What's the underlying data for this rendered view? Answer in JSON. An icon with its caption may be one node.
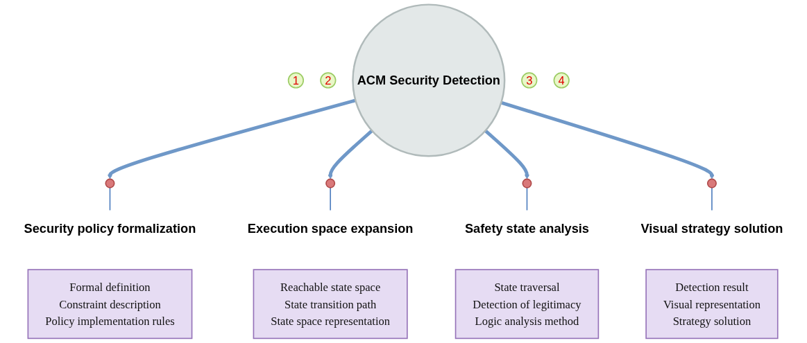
{
  "diagram": {
    "nodes": [
      {
        "text": [
          "1"
        ]
      },
      {
        "text": [
          "Security policy formalization"
        ]
      },
      {
        "text": [
          "2"
        ]
      },
      {
        "text": [
          "Execution space expansion"
        ]
      },
      {
        "text": [],
        "shape": "circle"
      },
      {
        "text": [],
        "shape": "circle"
      },
      {
        "text": [
          "Formal definition",
          "Constraint description",
          "Policy implementation rules"
        ]
      },
      {
        "text": [
          "ACM Security Detection"
        ]
      },
      {
        "text": [
          "Reachable state space",
          "State transition path",
          "State space representation"
        ]
      },
      {
        "text": [],
        "shape": "circle"
      },
      {
        "text": [],
        "shape": "circle"
      },
      {
        "text": [
          "3"
        ]
      },
      {
        "text": [
          "Safety state analysis"
        ]
      },
      {
        "text": [
          "4"
        ]
      },
      {
        "text": [
          "Visual strategy solution"
        ]
      },
      {
        "text": [
          "State traversal",
          "Detection of legitimacy",
          "Logic analysis method"
        ]
      },
      {
        "text": [
          "Detection result",
          "Visual representation",
          "Strategy solution"
        ]
      }
    ],
    "edges": [
      {
        "from": 7,
        "to": 4,
        "arrow": "to",
        "style": "thick"
      },
      {
        "from": 7,
        "to": 5,
        "arrow": "to",
        "style": "thick"
      },
      {
        "from": 7,
        "to": 9,
        "arrow": "to",
        "style": "thick"
      },
      {
        "from": 7,
        "to": 10,
        "arrow": "to",
        "style": "thick"
      },
      {
        "from": 4,
        "to": 1,
        "arrow": "none"
      },
      {
        "from": 5,
        "to": 3,
        "arrow": "none"
      },
      {
        "from": 9,
        "to": 12,
        "arrow": "none"
      },
      {
        "from": 10,
        "to": 14,
        "arrow": "none"
      }
    ]
  }
}
